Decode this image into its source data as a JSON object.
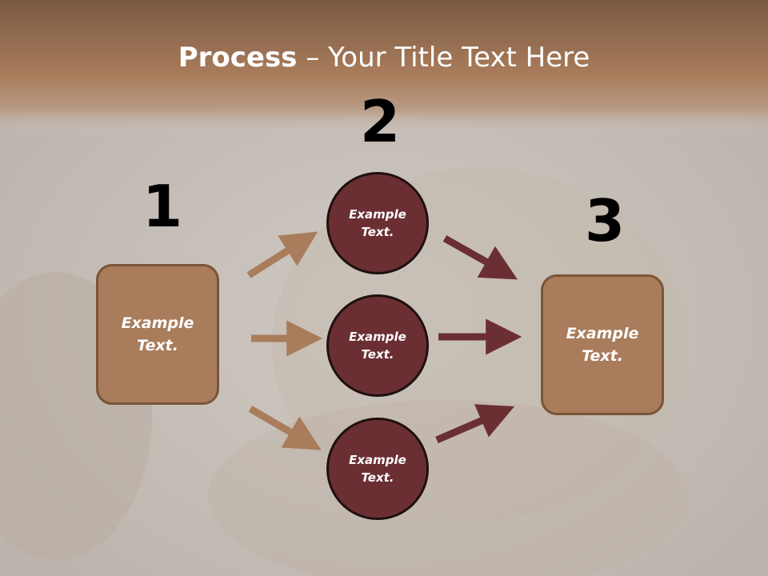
{
  "title": {
    "bold": "Process",
    "rest": " – Your Title Text Here"
  },
  "steps": {
    "one": "1",
    "two": "2",
    "three": "3"
  },
  "left_box": {
    "line1": "Example",
    "line2": "Text."
  },
  "right_box": {
    "line1": "Example",
    "line2": "Text."
  },
  "circles": [
    {
      "line1": "Example",
      "line2": "Text."
    },
    {
      "line1": "Example",
      "line2": "Text."
    },
    {
      "line1": "Example",
      "line2": "Text."
    }
  ],
  "colors": {
    "header_band": "#a97c5b",
    "box_fill": "#a97c5b",
    "box_border": "#7a5538",
    "circle_fill": "#6b2f33",
    "arrow_in": "#a97c5b",
    "arrow_out": "#6b2f33"
  }
}
